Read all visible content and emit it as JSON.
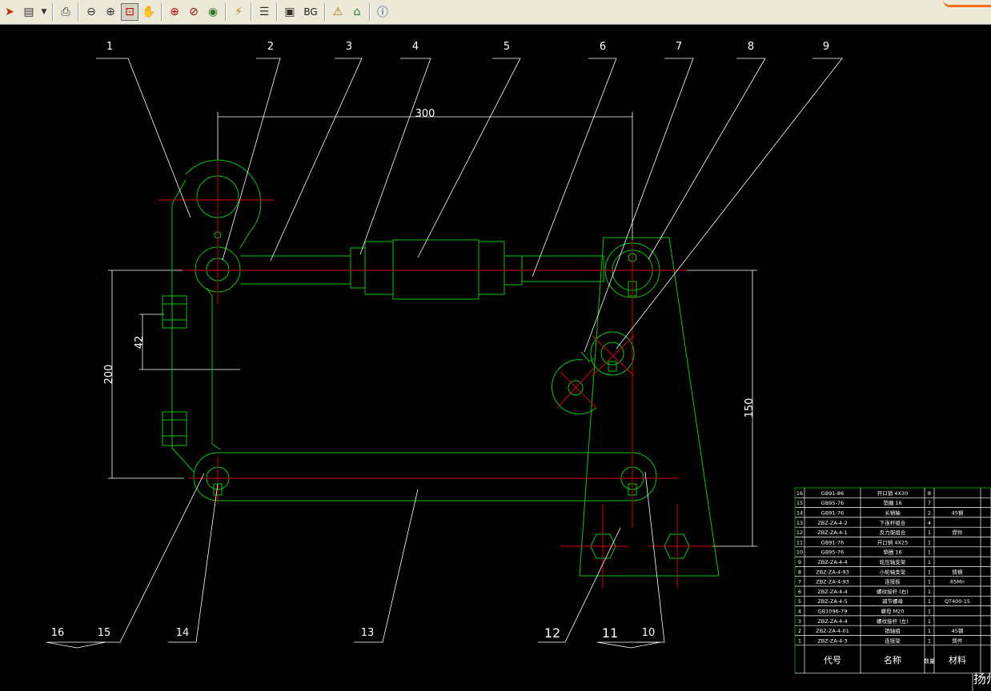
{
  "toolbar": {
    "bg_label": "BG",
    "buttons": [
      "back-icon",
      "document-icon",
      "dropdown-arrow-icon",
      "print-icon",
      "zoom-out-icon",
      "zoom-in-icon",
      "zoom-window-icon",
      "pan-icon",
      "zoom-extents-icon",
      "zoom-previous-icon",
      "view-eye-icon",
      "measure-icon",
      "layers-icon",
      "display-icon",
      "bg-button",
      "find-icon",
      "home-icon",
      "info-icon"
    ]
  },
  "drawing": {
    "colors": {
      "background": "#000000",
      "outline": "#00c800",
      "center": "#d80000",
      "leader": "#ffffff"
    },
    "labels_top": [
      "1",
      "2",
      "3",
      "4",
      "5",
      "6",
      "7",
      "8",
      "9"
    ],
    "labels_bottom": [
      "16",
      "15",
      "14",
      "13",
      "12",
      "11",
      "10"
    ],
    "dims": {
      "width": "300",
      "height_left": "200",
      "height_small": "42",
      "height_right": "150"
    }
  },
  "title_block": {
    "rows": [
      [
        "16",
        "GB91-86",
        "开口销 4X30",
        "8",
        ""
      ],
      [
        "15",
        "GB95-76",
        "垫圈 16",
        "7",
        ""
      ],
      [
        "14",
        "GB91-76",
        "长销轴",
        "2",
        "45钢"
      ],
      [
        "13",
        "ZBZ-ZA-4-2",
        "下连杆组合",
        "4",
        ""
      ],
      [
        "12",
        "ZBZ-ZA-4-1",
        "反力架组合",
        "1",
        "焊件"
      ],
      [
        "11",
        "GB91-76",
        "开口销 4X25",
        "1",
        ""
      ],
      [
        "10",
        "GB95-76",
        "垫圈 16",
        "1",
        ""
      ],
      [
        "9",
        "ZBZ-ZA-4-4",
        "轮压轴支架",
        "1",
        ""
      ],
      [
        "8",
        "ZBZ-ZA-4-93",
        "小轮轴支架",
        "1",
        "铸钢"
      ],
      [
        "7",
        "ZBZ-ZA-4-93",
        "连接板",
        "1",
        "65Mn"
      ],
      [
        "6",
        "ZBZ-ZA-4-4",
        "螺纹接杆 (右)",
        "1",
        ""
      ],
      [
        "5",
        "ZBZ-ZA-4-5",
        "调节螺母",
        "1",
        "QT400-15"
      ],
      [
        "4",
        "GB1096-79",
        "螺母 M20",
        "1",
        ""
      ],
      [
        "3",
        "ZBZ-ZA-4-4",
        "螺纹接杆 (左)",
        "1",
        ""
      ],
      [
        "2",
        "ZBZ-ZA-4-01",
        "销轴组",
        "1",
        "45钢"
      ],
      [
        "1",
        "ZBZ-ZA-4-3",
        "连接架",
        "1",
        "铸件"
      ]
    ],
    "header": {
      "code": "代号",
      "name": "名称",
      "qty": "数量",
      "material": "材料"
    },
    "company_fragment": "扬州"
  }
}
